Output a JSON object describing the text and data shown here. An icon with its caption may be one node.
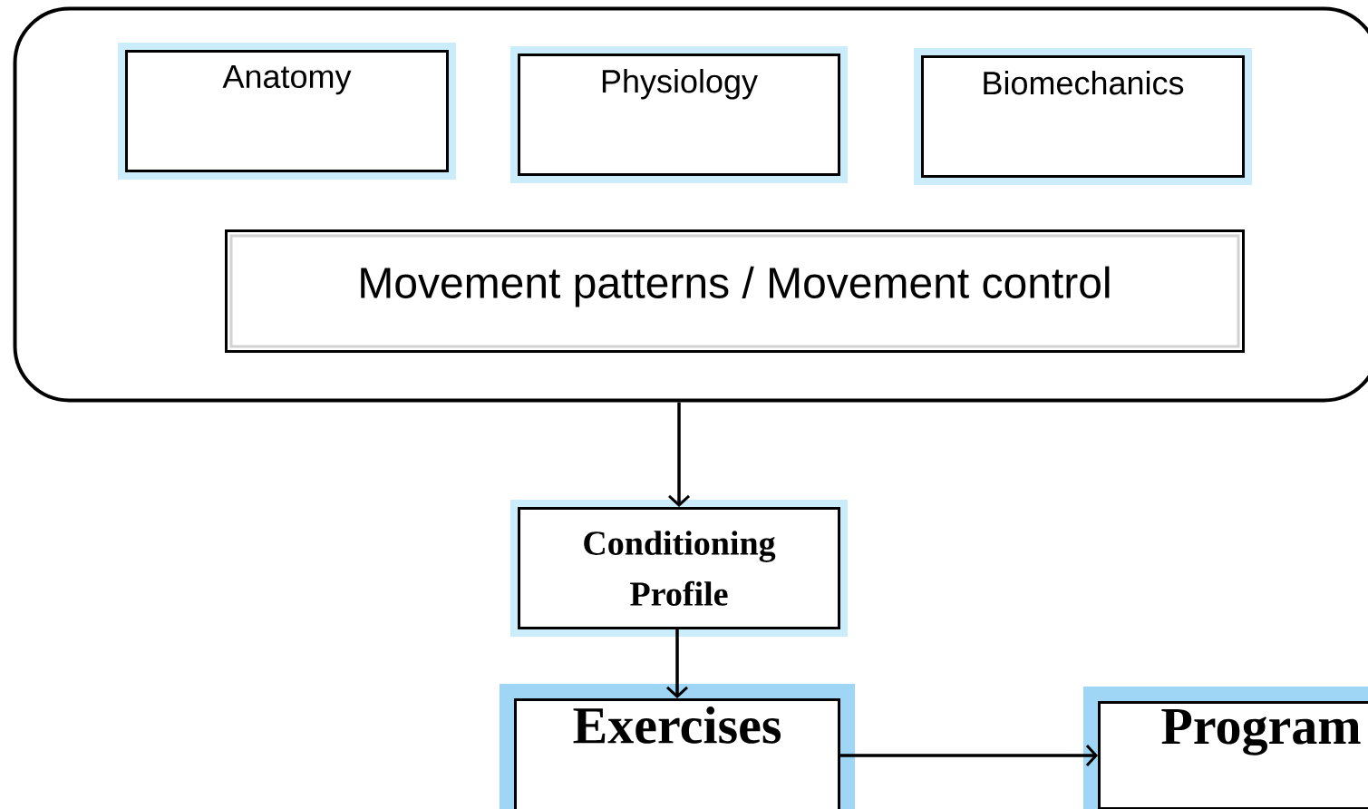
{
  "diagram": {
    "nodes": [
      {
        "text": [],
        "shape": "box"
      },
      {
        "text": [
          "Anatomy"
        ],
        "in": 0
      },
      {
        "text": [
          "Physiology"
        ],
        "in": 0
      },
      {
        "text": [
          "Biomechanics"
        ],
        "in": 0
      },
      {
        "text": [
          "Movement patterns / Movement control"
        ],
        "in": 0
      },
      {
        "text": [
          "Conditioning Profile"
        ]
      },
      {
        "text": [
          "Exercises"
        ]
      },
      {
        "text": [
          "Program"
        ]
      }
    ],
    "edges": [
      {
        "from": 0,
        "to": 5,
        "arrow": "to"
      },
      {
        "from": 5,
        "to": 6,
        "arrow": "to"
      },
      {
        "from": 6,
        "to": 7,
        "arrow": "to"
      }
    ]
  }
}
